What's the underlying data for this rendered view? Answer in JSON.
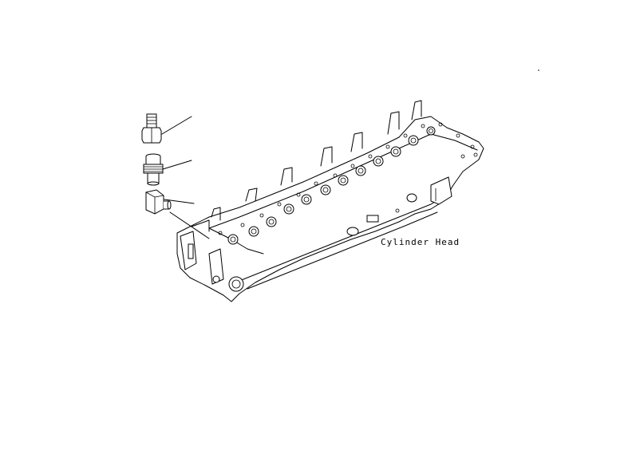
{
  "diagram": {
    "labels": {
      "cylinder_head": "Cylinder Head"
    },
    "parts": [
      {
        "id": "part-1",
        "name": "straight-fitting-icon"
      },
      {
        "id": "part-2",
        "name": "quick-coupler-icon"
      },
      {
        "id": "part-3",
        "name": "elbow-fitting-icon"
      },
      {
        "id": "assembly",
        "name": "cylinder-head-icon"
      }
    ]
  }
}
